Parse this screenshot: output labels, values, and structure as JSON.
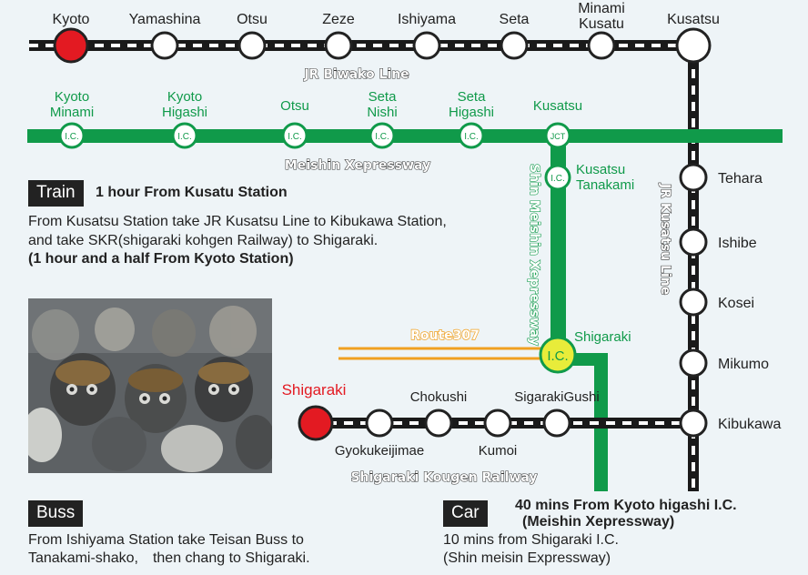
{
  "colors": {
    "rail_red": "#e31a22",
    "expressway_green": "#109a4a",
    "route_orange": "#f0a020",
    "ic_yellow": "#e8ec3a",
    "badge_black": "#222222",
    "background": "#eef4f7"
  },
  "biwako": {
    "line_label": "JR Biwako Line",
    "stations": [
      "Kyoto",
      "Yamashina",
      "Otsu",
      "Zeze",
      "Ishiyama",
      "Seta"
    ],
    "minami_kusatsu": [
      "Minami",
      "Kusatu"
    ],
    "kusatsu": "Kusatsu"
  },
  "meishin": {
    "line_label": "Meishin Xepressway",
    "interchanges": [
      [
        "Kyoto",
        "Minami"
      ],
      [
        "Kyoto",
        "Higashi"
      ],
      [
        "Otsu"
      ],
      [
        "Seta",
        "Nishi"
      ],
      [
        "Seta",
        "Higashi"
      ]
    ],
    "jct_name": "Kusatsu",
    "ic_mark": "I.C.",
    "jct_mark": "JCT"
  },
  "shin_meishin": {
    "line_label": "Shin Meishin Xepressway",
    "tanakami": [
      "Kusatsu",
      "Tanakami"
    ],
    "shigaraki_ic": "Shigaraki"
  },
  "kusatsu_line": {
    "line_label": "JR Kusatsu Line",
    "stations": [
      "Tehara",
      "Ishibe",
      "Kosei",
      "Mikumo",
      "Kibukawa"
    ]
  },
  "route307": {
    "label": "Route307"
  },
  "skr": {
    "line_label": "Shigaraki Kougen Railway",
    "terminal": "Shigaraki",
    "upper_labels": [
      "Chokushi",
      "SigarakiGushi"
    ],
    "lower_labels": [
      "Gyokukeijimae",
      "Kumoi"
    ]
  },
  "train": {
    "badge": "Train",
    "headline": "1 hour From Kusatu Station",
    "line1": "From Kusatsu Station take JR Kusatsu Line to Kibukawa Station,",
    "line2": "and take SKR(shigaraki kohgen Railway) to Shigaraki.",
    "alt": "(1 hour and a half From Kyoto Station)"
  },
  "buss": {
    "badge": "Buss",
    "line1": "From Ishiyama Station take Teisan Buss to",
    "line2": "Tanakami-shako,　then chang to Shigaraki."
  },
  "car": {
    "badge": "Car",
    "headline1": "40 mins From Kyoto higashi I.C.",
    "headline2": "(Meishin Xepressway)",
    "line1": "10 mins from Shigaraki I.C.",
    "line2": "(Shin meisin Expressway)"
  }
}
